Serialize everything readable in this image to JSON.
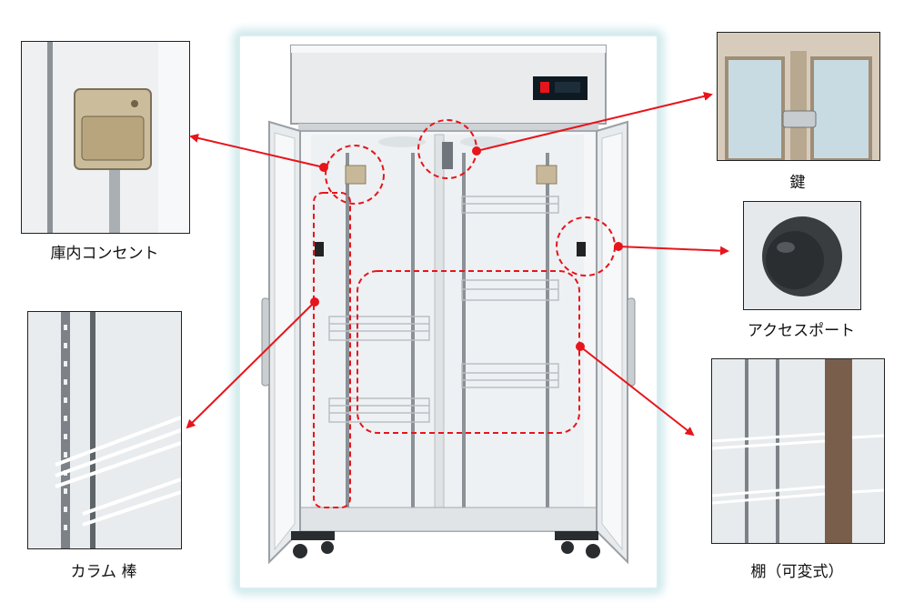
{
  "callouts": {
    "outlet": {
      "label": "庫内コンセント"
    },
    "column": {
      "label": "カラム 棒"
    },
    "lock": {
      "label": "鍵"
    },
    "access_port": {
      "label": "アクセスポート"
    },
    "shelf": {
      "label": "棚（可変式）"
    }
  },
  "colors": {
    "annotation_red": "#e8141b",
    "glow": "#cfe9ec",
    "cabinet_body": "#e4e6e8",
    "panel": "#0e1a22"
  },
  "icons": {
    "outlet": "power-outlet-icon",
    "lock": "padlock-icon",
    "access_port": "rubber-plug-icon"
  }
}
